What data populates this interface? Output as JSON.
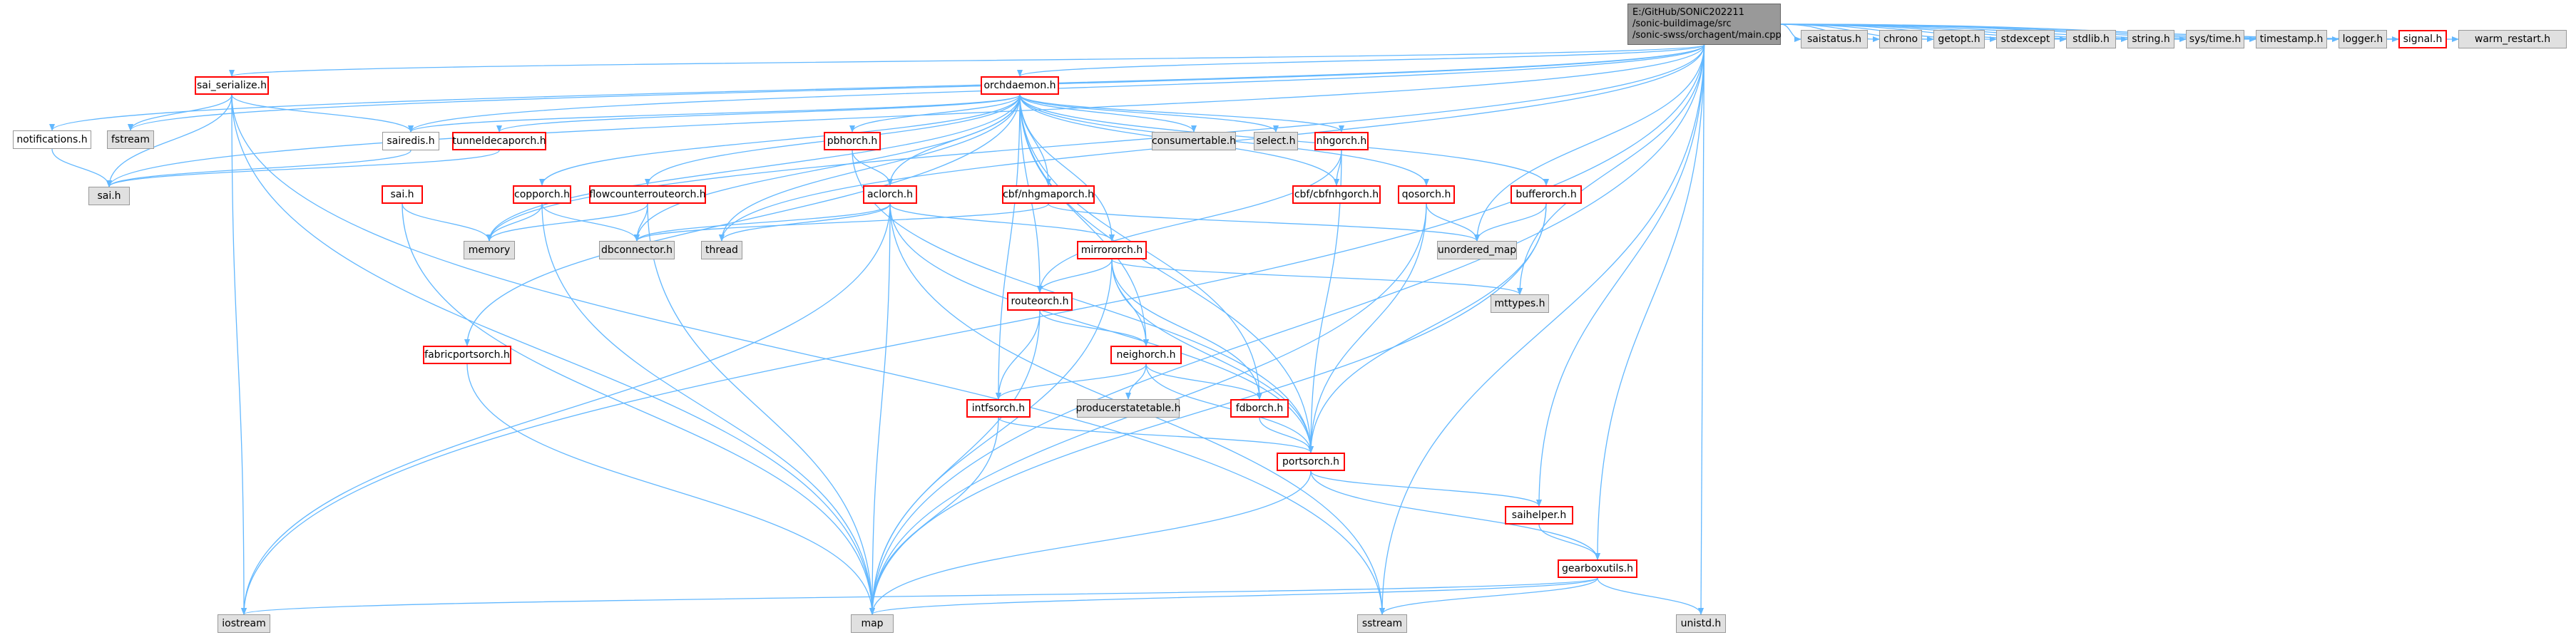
{
  "colors": {
    "edge": "#63b8ff",
    "red_border": "#ff0000",
    "sys_fill": "#e0e0e0",
    "root_fill": "#999999"
  },
  "root": {
    "id": "main",
    "lines": [
      "E:/GitHub/SONiC202211",
      "/sonic-buildimage/src",
      "/sonic-swss/orchagent/main.cpp"
    ]
  },
  "nodes": [
    {
      "id": "saistatus",
      "label": "saistatus.h",
      "style": "sys"
    },
    {
      "id": "chrono",
      "label": "chrono",
      "style": "sys"
    },
    {
      "id": "getopt",
      "label": "getopt.h",
      "style": "sys"
    },
    {
      "id": "stdexcept",
      "label": "stdexcept",
      "style": "sys"
    },
    {
      "id": "stdlib",
      "label": "stdlib.h",
      "style": "sys"
    },
    {
      "id": "string",
      "label": "string.h",
      "style": "sys"
    },
    {
      "id": "systime",
      "label": "sys/time.h",
      "style": "sys"
    },
    {
      "id": "timestamp",
      "label": "timestamp.h",
      "style": "sys"
    },
    {
      "id": "logger",
      "label": "logger.h",
      "style": "sys"
    },
    {
      "id": "signal",
      "label": "signal.h",
      "style": "red"
    },
    {
      "id": "warm",
      "label": "warm_restart.h",
      "style": "sys"
    },
    {
      "id": "sai_serialize",
      "label": "sai_serialize.h",
      "style": "red"
    },
    {
      "id": "orchdaemon",
      "label": "orchdaemon.h",
      "style": "red"
    },
    {
      "id": "notifications",
      "label": "notifications.h",
      "style": "plain"
    },
    {
      "id": "fstream",
      "label": "fstream",
      "style": "sys"
    },
    {
      "id": "sairedis",
      "label": "sairedis.h",
      "style": "plain"
    },
    {
      "id": "tunneldecap",
      "label": "tunneldecaporch.h",
      "style": "red"
    },
    {
      "id": "sai",
      "label": "sai.h",
      "style": "sys"
    },
    {
      "id": "saih_red",
      "label": "sai.h",
      "style": "red"
    },
    {
      "id": "consumertable",
      "label": "consumertable.h",
      "style": "sys"
    },
    {
      "id": "select",
      "label": "select.h",
      "style": "sys"
    },
    {
      "id": "pbhorch",
      "label": "pbhorch.h",
      "style": "red"
    },
    {
      "id": "nhgorch",
      "label": "nhgorch.h",
      "style": "red"
    },
    {
      "id": "cbfnhg",
      "label": "cbf/cbfnhgorch.h",
      "style": "red"
    },
    {
      "id": "qosorch",
      "label": "qosorch.h",
      "style": "red"
    },
    {
      "id": "bufferorch",
      "label": "bufferorch.h",
      "style": "red"
    },
    {
      "id": "coppororch",
      "label": "copporch.h",
      "style": "red"
    },
    {
      "id": "flowcounter",
      "label": "flowcounterrouteorch.h",
      "style": "red"
    },
    {
      "id": "aclorch",
      "label": "aclorch.h",
      "style": "red"
    },
    {
      "id": "cbfnhgmap",
      "label": "cbf/nhgmaporch.h",
      "style": "red"
    },
    {
      "id": "memory",
      "label": "memory",
      "style": "sys"
    },
    {
      "id": "dbconnector",
      "label": "dbconnector.h",
      "style": "sys"
    },
    {
      "id": "thread",
      "label": "thread",
      "style": "sys"
    },
    {
      "id": "unordered_map",
      "label": "unordered_map",
      "style": "sys"
    },
    {
      "id": "mirrororch",
      "label": "mirrororch.h",
      "style": "red"
    },
    {
      "id": "mttypes",
      "label": "mttypes.h",
      "style": "sys"
    },
    {
      "id": "routeorch",
      "label": "routeorch.h",
      "style": "red"
    },
    {
      "id": "neighorch",
      "label": "neighorch.h",
      "style": "red"
    },
    {
      "id": "fabricports",
      "label": "fabricportsorch.h",
      "style": "red"
    },
    {
      "id": "intfsorch",
      "label": "intfsorch.h",
      "style": "red"
    },
    {
      "id": "producerstate",
      "label": "producerstatetable.h",
      "style": "sys"
    },
    {
      "id": "fdborch",
      "label": "fdborch.h",
      "style": "red"
    },
    {
      "id": "portsorch",
      "label": "portsorch.h",
      "style": "red"
    },
    {
      "id": "saihelper",
      "label": "saihelper.h",
      "style": "red"
    },
    {
      "id": "gearbox",
      "label": "gearboxutils.h",
      "style": "red"
    },
    {
      "id": "iostream",
      "label": "iostream",
      "style": "sys"
    },
    {
      "id": "map",
      "label": "map",
      "style": "sys"
    },
    {
      "id": "sstream",
      "label": "sstream",
      "style": "sys"
    },
    {
      "id": "unistd",
      "label": "unistd.h",
      "style": "sys"
    }
  ],
  "edges": [
    [
      "main",
      "saistatus"
    ],
    [
      "main",
      "chrono"
    ],
    [
      "main",
      "getopt"
    ],
    [
      "main",
      "stdexcept"
    ],
    [
      "main",
      "stdlib"
    ],
    [
      "main",
      "string"
    ],
    [
      "main",
      "systime"
    ],
    [
      "main",
      "timestamp"
    ],
    [
      "main",
      "logger"
    ],
    [
      "main",
      "signal"
    ],
    [
      "main",
      "warm"
    ],
    [
      "main",
      "sai_serialize"
    ],
    [
      "main",
      "orchdaemon"
    ],
    [
      "main",
      "notifications"
    ],
    [
      "main",
      "fstream"
    ],
    [
      "main",
      "sairedis"
    ],
    [
      "main",
      "sai"
    ],
    [
      "main",
      "memory"
    ],
    [
      "main",
      "thread"
    ],
    [
      "main",
      "unordered_map"
    ],
    [
      "main",
      "mttypes"
    ],
    [
      "main",
      "saihelper"
    ],
    [
      "main",
      "gearbox"
    ],
    [
      "main",
      "iostream"
    ],
    [
      "main",
      "map"
    ],
    [
      "main",
      "sstream"
    ],
    [
      "main",
      "unistd"
    ],
    [
      "sai_serialize",
      "fstream"
    ],
    [
      "sai_serialize",
      "sairedis"
    ],
    [
      "sai_serialize",
      "sai"
    ],
    [
      "sai_serialize",
      "iostream"
    ],
    [
      "sai_serialize",
      "map"
    ],
    [
      "sai_serialize",
      "sstream"
    ],
    [
      "notifications",
      "sai"
    ],
    [
      "sairedis",
      "sai"
    ],
    [
      "tunneldecap",
      "sai"
    ],
    [
      "orchdaemon",
      "sairedis"
    ],
    [
      "orchdaemon",
      "tunneldecap"
    ],
    [
      "orchdaemon",
      "consumertable"
    ],
    [
      "orchdaemon",
      "select"
    ],
    [
      "orchdaemon",
      "pbhorch"
    ],
    [
      "orchdaemon",
      "nhgorch"
    ],
    [
      "orchdaemon",
      "cbfnhg"
    ],
    [
      "orchdaemon",
      "qosorch"
    ],
    [
      "orchdaemon",
      "bufferorch"
    ],
    [
      "orchdaemon",
      "coppororch"
    ],
    [
      "orchdaemon",
      "flowcounter"
    ],
    [
      "orchdaemon",
      "aclorch"
    ],
    [
      "orchdaemon",
      "cbfnhgmap"
    ],
    [
      "orchdaemon",
      "memory"
    ],
    [
      "orchdaemon",
      "dbconnector"
    ],
    [
      "orchdaemon",
      "thread"
    ],
    [
      "orchdaemon",
      "mirrororch"
    ],
    [
      "orchdaemon",
      "routeorch"
    ],
    [
      "orchdaemon",
      "neighorch"
    ],
    [
      "orchdaemon",
      "fabricports"
    ],
    [
      "orchdaemon",
      "intfsorch"
    ],
    [
      "orchdaemon",
      "fdborch"
    ],
    [
      "orchdaemon",
      "portsorch"
    ],
    [
      "saih_red",
      "memory"
    ],
    [
      "saih_red",
      "map"
    ],
    [
      "pbhorch",
      "aclorch"
    ],
    [
      "pbhorch",
      "portsorch"
    ],
    [
      "nhgorch",
      "cbfnhg"
    ],
    [
      "nhgorch",
      "routeorch"
    ],
    [
      "nhgorch",
      "portsorch"
    ],
    [
      "coppororch",
      "memory"
    ],
    [
      "coppororch",
      "dbconnector"
    ],
    [
      "coppororch",
      "map"
    ],
    [
      "flowcounter",
      "dbconnector"
    ],
    [
      "flowcounter",
      "memory"
    ],
    [
      "flowcounter",
      "map"
    ],
    [
      "aclorch",
      "thread"
    ],
    [
      "aclorch",
      "dbconnector"
    ],
    [
      "aclorch",
      "mirrororch"
    ],
    [
      "aclorch",
      "iostream"
    ],
    [
      "aclorch",
      "map"
    ],
    [
      "aclorch",
      "portsorch"
    ],
    [
      "aclorch",
      "sstream"
    ],
    [
      "cbfnhgmap",
      "unordered_map"
    ],
    [
      "cbfnhgmap",
      "dbconnector"
    ],
    [
      "qosorch",
      "unordered_map"
    ],
    [
      "qosorch",
      "portsorch"
    ],
    [
      "qosorch",
      "map"
    ],
    [
      "bufferorch",
      "unordered_map"
    ],
    [
      "bufferorch",
      "portsorch"
    ],
    [
      "bufferorch",
      "map"
    ],
    [
      "mirrororch",
      "routeorch"
    ],
    [
      "mirrororch",
      "neighorch"
    ],
    [
      "mirrororch",
      "fdborch"
    ],
    [
      "mirrororch",
      "portsorch"
    ],
    [
      "mirrororch",
      "mttypes"
    ],
    [
      "mirrororch",
      "map"
    ],
    [
      "routeorch",
      "neighorch"
    ],
    [
      "routeorch",
      "intfsorch"
    ],
    [
      "routeorch",
      "map"
    ],
    [
      "neighorch",
      "intfsorch"
    ],
    [
      "neighorch",
      "producerstate"
    ],
    [
      "neighorch",
      "fdborch"
    ],
    [
      "neighorch",
      "portsorch"
    ],
    [
      "intfsorch",
      "portsorch"
    ],
    [
      "intfsorch",
      "map"
    ],
    [
      "fdborch",
      "portsorch"
    ],
    [
      "fabricports",
      "map"
    ],
    [
      "portsorch",
      "saihelper"
    ],
    [
      "portsorch",
      "gearbox"
    ],
    [
      "portsorch",
      "map"
    ],
    [
      "saihelper",
      "gearbox"
    ],
    [
      "gearbox",
      "iostream"
    ],
    [
      "gearbox",
      "map"
    ],
    [
      "gearbox",
      "sstream"
    ],
    [
      "gearbox",
      "unistd"
    ]
  ]
}
